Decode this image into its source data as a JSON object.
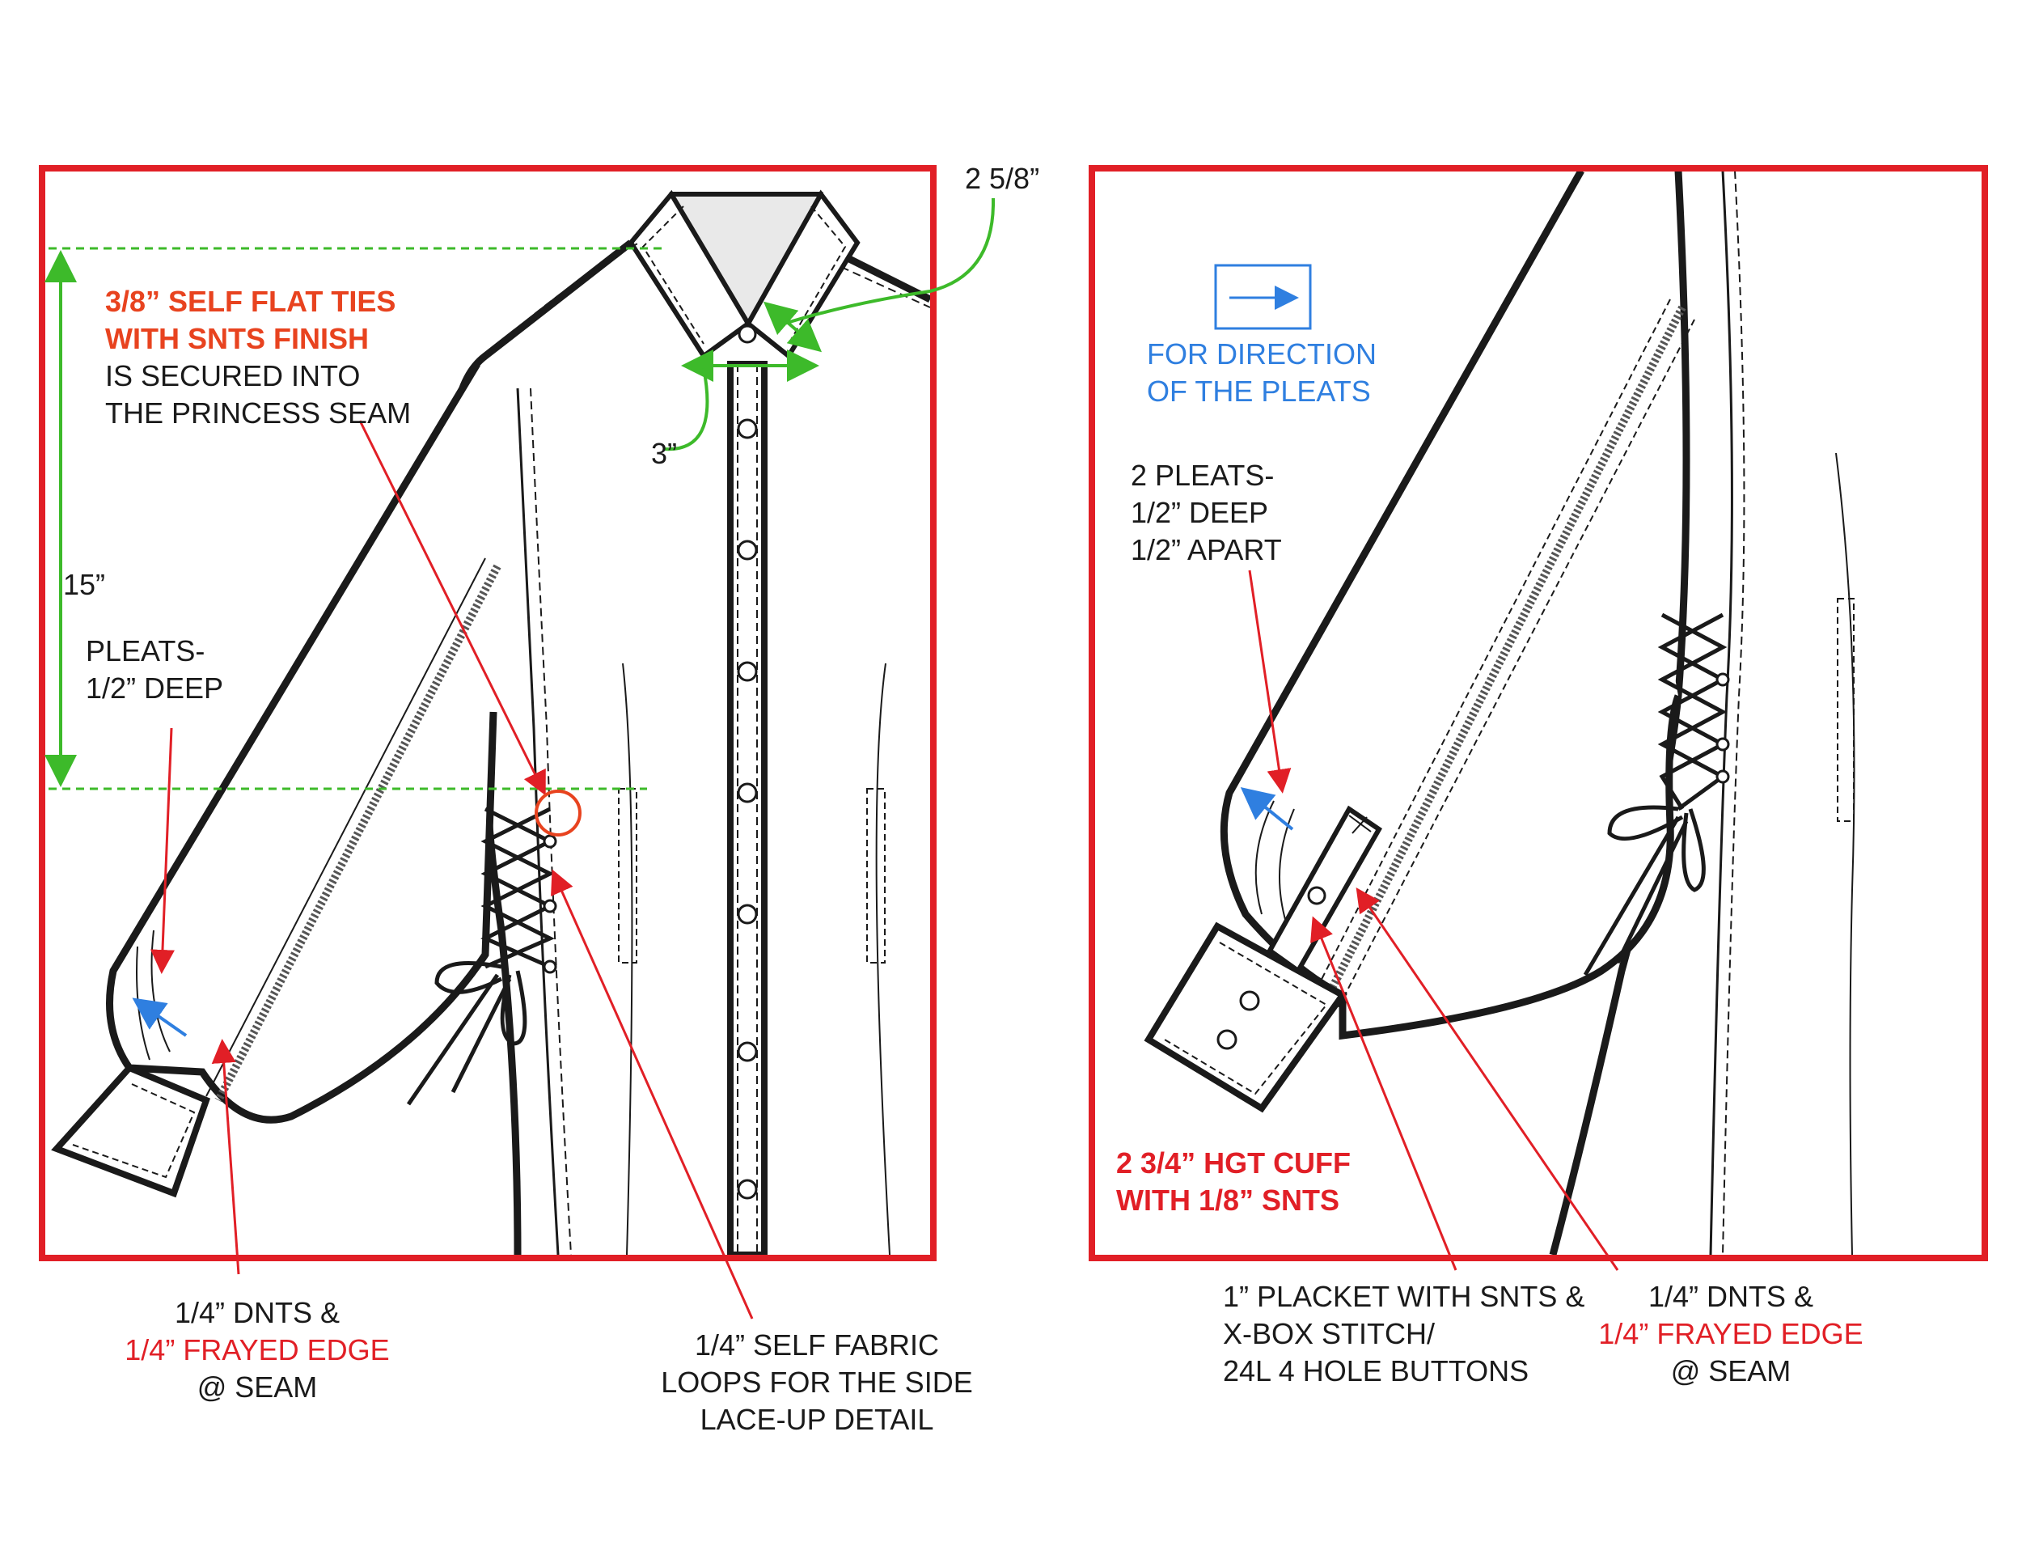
{
  "colors": {
    "frame": "#e11f26",
    "callout_red": "#e11f26",
    "callout_orange": "#e8431f",
    "dimension_green": "#3dba2a",
    "direction_blue": "#2f7fe0",
    "line": "#1a1a1a"
  },
  "left_panel": {
    "tie_note": {
      "line1": "3/8” SELF FLAT TIES",
      "line2": "WITH SNTS FINISH",
      "line3": "IS SECURED INTO",
      "line4": "THE PRINCESS SEAM"
    },
    "dim_collar_width": "2 5/8”",
    "dim_collar_spread": "3”",
    "dim_tie_height": "15”",
    "pleats_note": {
      "line1": "PLEATS-",
      "line2": "1/2” DEEP"
    },
    "seam_note": {
      "line1": "1/4” DNTS &",
      "line2": "1/4” FRAYED EDGE",
      "line3": "@ SEAM"
    },
    "loops_note": {
      "line1": "1/4” SELF FABRIC",
      "line2": "LOOPS FOR THE SIDE",
      "line3": "LACE-UP DETAIL"
    }
  },
  "right_panel": {
    "direction_note": {
      "line1": "FOR DIRECTION",
      "line2": "OF THE PLEATS"
    },
    "pleats_note": {
      "line1": "2 PLEATS-",
      "line2": "1/2” DEEP",
      "line3": "1/2” APART"
    },
    "cuff_note": {
      "line1": "2 3/4” HGT CUFF",
      "line2": "WITH 1/8” SNTS"
    },
    "placket_note": {
      "line1": "1” PLACKET WITH SNTS &",
      "line2": "X-BOX STITCH/",
      "line3": "24L 4 HOLE BUTTONS"
    },
    "seam_note": {
      "line1": "1/4” DNTS &",
      "line2": "1/4” FRAYED EDGE",
      "line3": "@ SEAM"
    }
  }
}
